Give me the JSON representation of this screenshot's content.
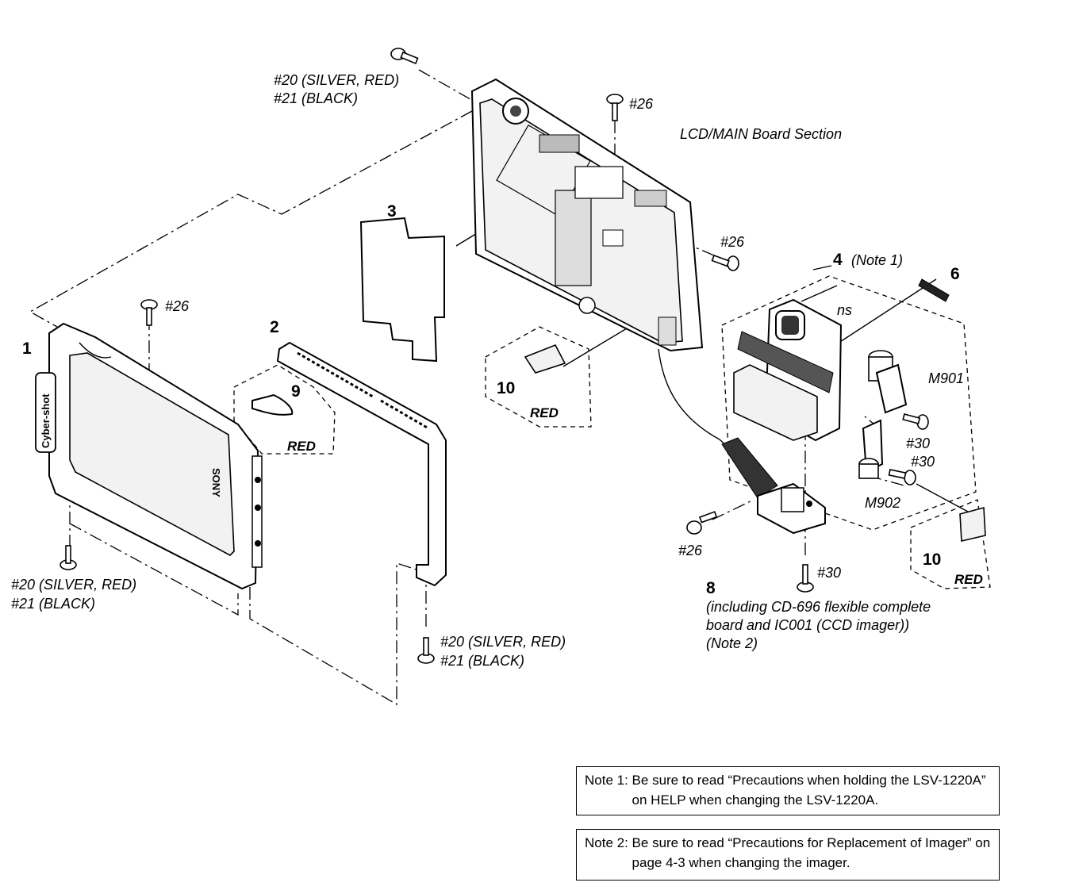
{
  "labels": {
    "screw_top_left": [
      "#20 (SILVER, RED)",
      "#21 (BLACK)"
    ],
    "screw_bottom_left": [
      "#20 (SILVER, RED)",
      "#21 (BLACK)"
    ],
    "screw_bottom_mid": [
      "#20 (SILVER, RED)",
      "#21 (BLACK)"
    ],
    "s26_top": "#26",
    "s26_right": "#26",
    "s26_left": "#26",
    "s26_bottom": "#26",
    "section": "LCD/MAIN Board Section",
    "part3": "3",
    "part4": "4",
    "note1_ref": "(Note 1)",
    "part6": "6",
    "ns": "ns",
    "m901": "M901",
    "s30_a": "#30",
    "s30_b": "#30",
    "s30_c": "#30",
    "m902": "M902",
    "part10_a": "10",
    "red_10a": "RED",
    "part10_b": "10",
    "red_10b": "RED",
    "part1": "1",
    "part2": "2",
    "part9": "9",
    "red_9": "RED",
    "part8": "8",
    "part8_desc": [
      "(including CD-696 flexible complete",
      "board and IC001 (CCD imager))",
      "(Note 2)"
    ],
    "brand_cybershot": "Cyber-shot",
    "brand_sony": "SONY"
  },
  "notes": [
    {
      "tag": "Note 1: ",
      "text": "Be sure to read “Precautions when holding the LSV-1220A” on HELP when changing the LSV-1220A."
    },
    {
      "tag": "Note 2: ",
      "text": "Be sure to read “Precautions for Replacement of Imager” on page 4-3 when changing the imager."
    }
  ]
}
